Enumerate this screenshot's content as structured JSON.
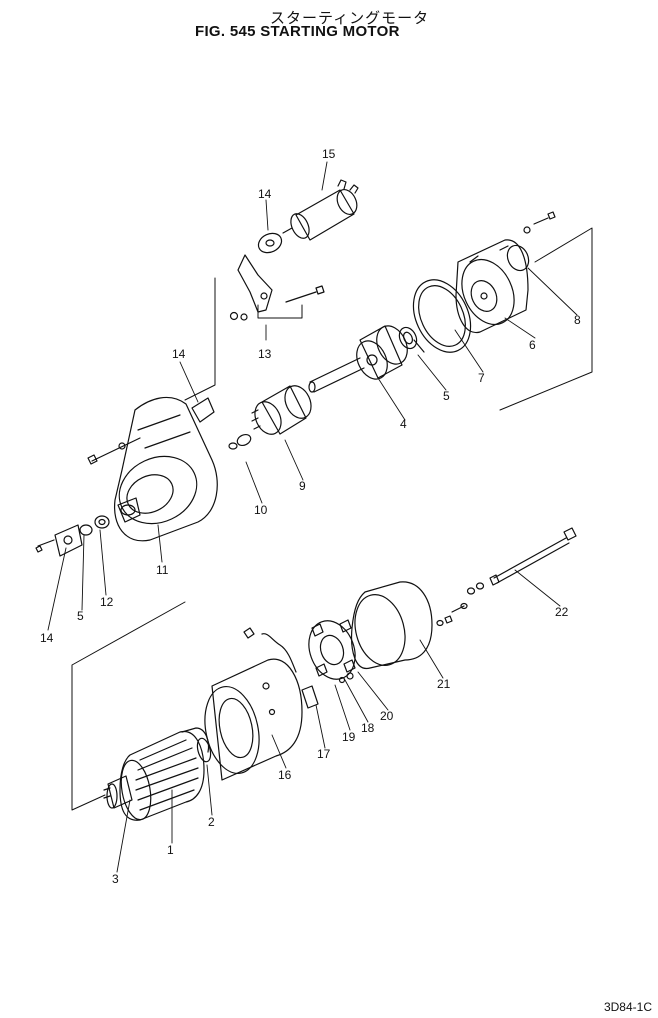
{
  "title": {
    "japanese": "スターティングモータ",
    "english": "FIG. 545  STARTING MOTOR"
  },
  "figure_code": "3D84-1C",
  "callouts": [
    "1",
    "2",
    "3",
    "4",
    "5",
    "5",
    "6",
    "7",
    "8",
    "9",
    "10",
    "11",
    "12",
    "13",
    "14",
    "14",
    "14",
    "15",
    "16",
    "17",
    "18",
    "19",
    "20",
    "21",
    "22"
  ],
  "stroke_color": "#111111"
}
